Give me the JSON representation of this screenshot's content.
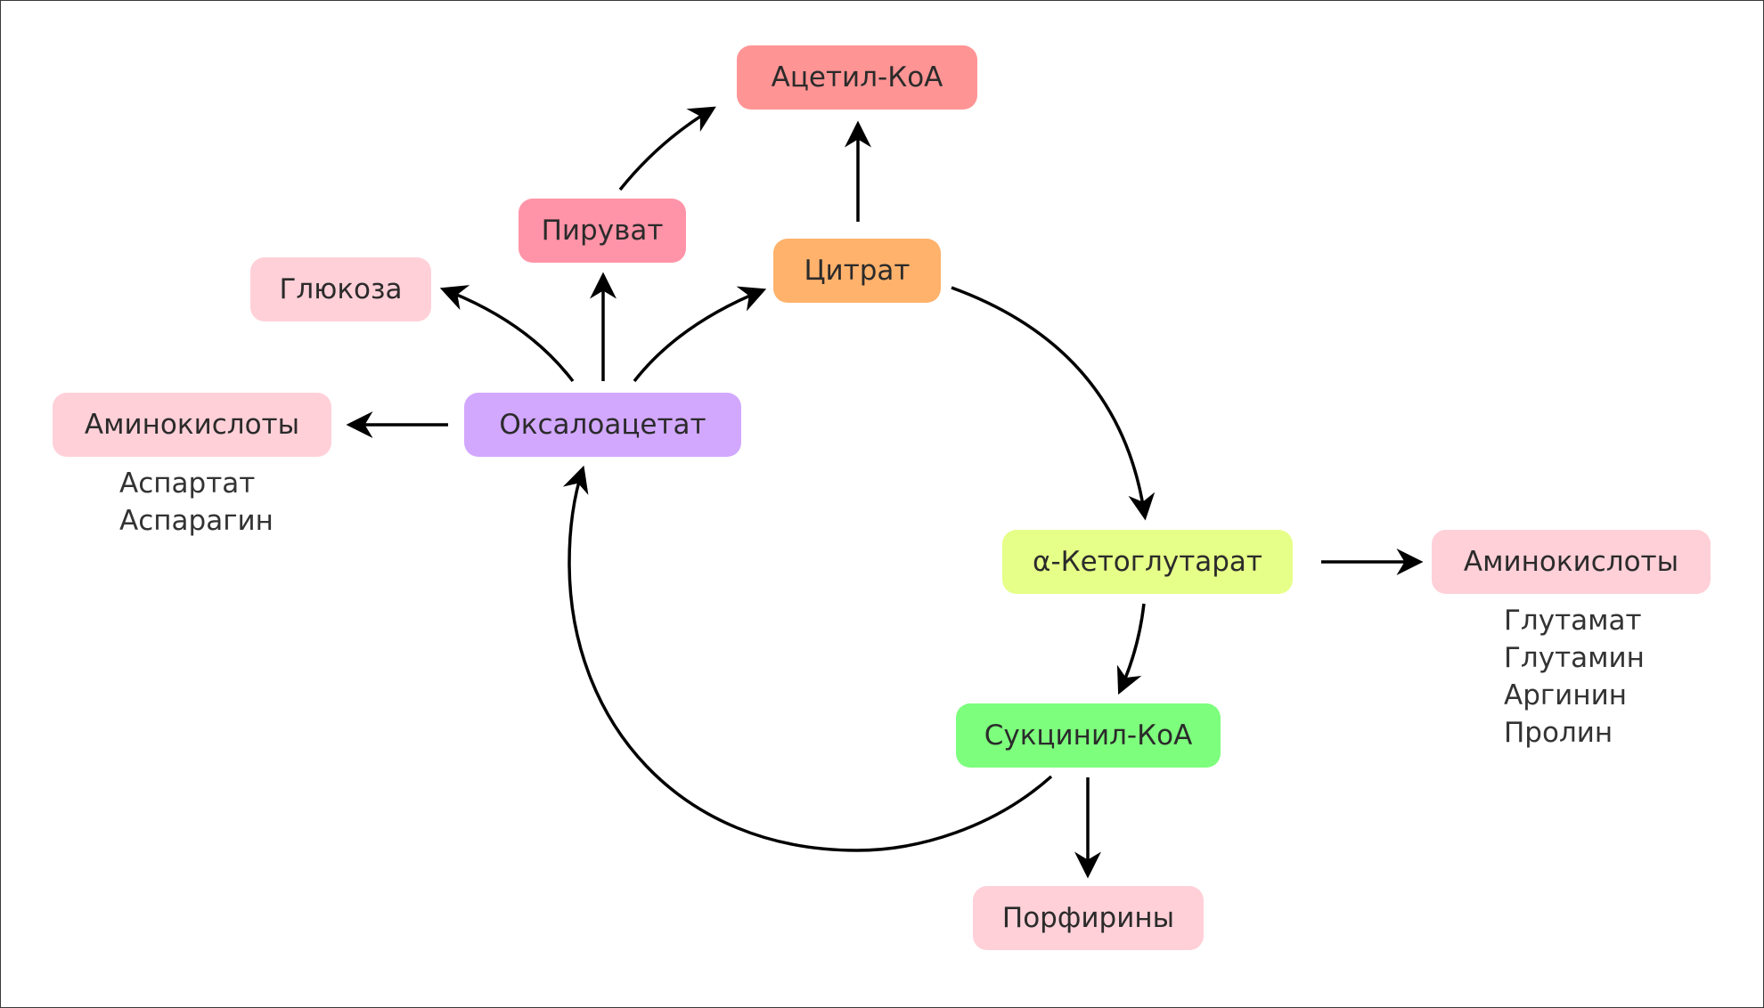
{
  "nodes": {
    "acetyl_coa": {
      "label": "Ацетил-КоА",
      "color": "#ff9494"
    },
    "pyruvate": {
      "label": "Пируват",
      "color": "#ff94a8"
    },
    "citrate": {
      "label": "Цитрат",
      "color": "#ffb26b"
    },
    "glucose": {
      "label": "Глюкоза",
      "color": "#ffd0d8"
    },
    "oxaloacetate": {
      "label": "Оксалоацетат",
      "color": "#d2a8ff"
    },
    "amino_acids_left": {
      "label": "Аминокислоты",
      "color": "#ffd0d8"
    },
    "alpha_ketoglutarate": {
      "label": "α-Кетоглутарат",
      "color": "#e6ff88"
    },
    "amino_acids_right": {
      "label": "Аминокислоты",
      "color": "#ffd0d8"
    },
    "succinyl_coa": {
      "label": "Сукцинил-КоА",
      "color": "#7dff7d"
    },
    "porphyrins": {
      "label": "Порфирины",
      "color": "#ffd0d8"
    }
  },
  "lists": {
    "aspartate_family": [
      "Аспартат",
      "Аспарагин"
    ],
    "glutamate_family": [
      "Глутамат",
      "Глутамин",
      "Аргинин",
      "Пролин"
    ]
  },
  "arrow_color": "#000000"
}
